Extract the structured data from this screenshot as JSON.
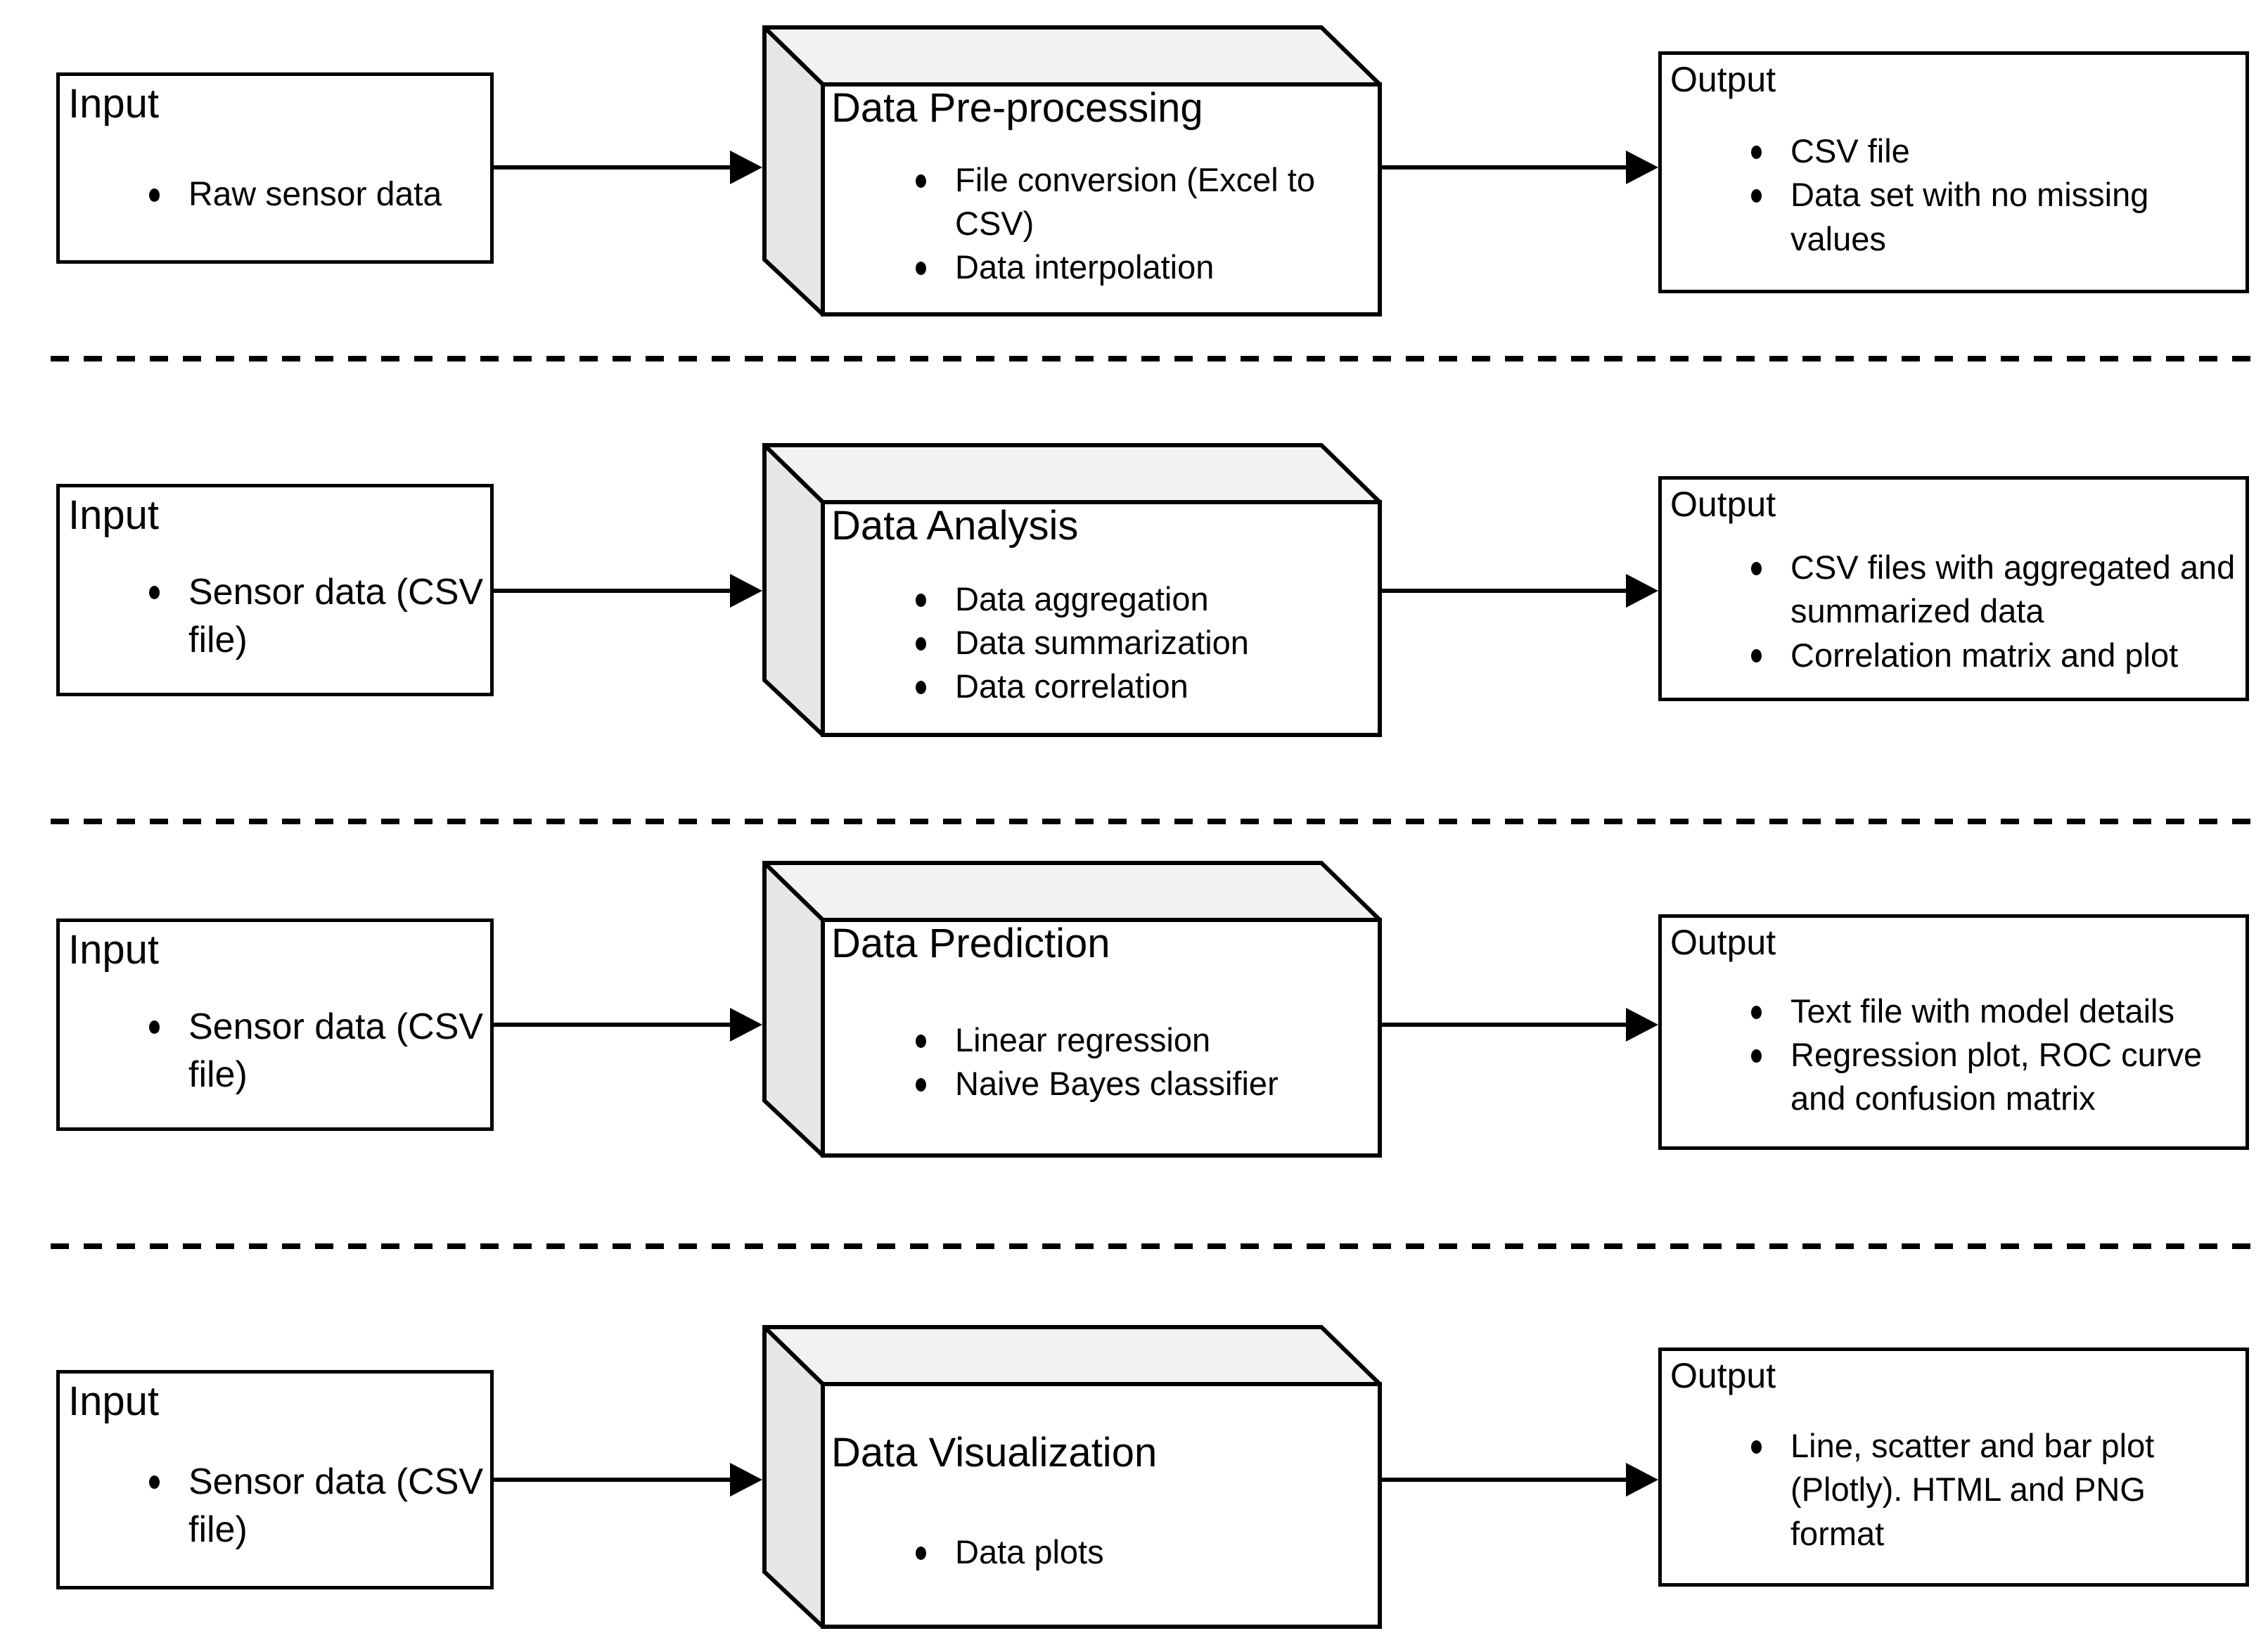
{
  "colors": {
    "line": "#000000",
    "process_top_face": "#f2f2f2",
    "process_side_face": "#e6e6e6",
    "background": "#ffffff"
  },
  "rows": [
    {
      "input": {
        "title": "Input",
        "items": [
          "Raw sensor data"
        ]
      },
      "process": {
        "title": "Data Pre-processing",
        "items": [
          "File conversion (Excel to CSV)",
          "Data interpolation"
        ]
      },
      "output": {
        "title": "Output",
        "items": [
          "CSV file",
          "Data set with no missing values"
        ]
      }
    },
    {
      "input": {
        "title": "Input",
        "items": [
          "Sensor data (CSV file)"
        ]
      },
      "process": {
        "title": "Data Analysis",
        "items": [
          "Data aggregation",
          "Data summarization",
          "Data correlation"
        ]
      },
      "output": {
        "title": "Output",
        "items": [
          "CSV files with aggregated and summarized data",
          "Correlation matrix and plot"
        ]
      }
    },
    {
      "input": {
        "title": "Input",
        "items": [
          "Sensor data (CSV file)"
        ]
      },
      "process": {
        "title": "Data Prediction",
        "items": [
          "Linear regression",
          "Naive Bayes classifier"
        ]
      },
      "output": {
        "title": "Output",
        "items": [
          "Text file with model details",
          "Regression plot, ROC curve and confusion matrix"
        ]
      }
    },
    {
      "input": {
        "title": "Input",
        "items": [
          "Sensor data (CSV file)"
        ]
      },
      "process": {
        "title": "Data Visualization",
        "items": [
          "Data plots"
        ]
      },
      "output": {
        "title": "Output",
        "items": [
          "Line, scatter and bar plot (Plotly). HTML and PNG format"
        ]
      }
    }
  ]
}
